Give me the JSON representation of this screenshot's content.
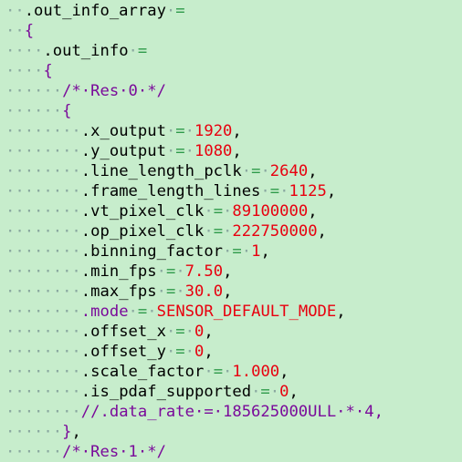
{
  "colors": {
    "background": "#c7edcc",
    "field": "#000000",
    "operator": "#2e9a4a",
    "brace": "#7a0a9a",
    "number": "#e8000f",
    "comment": "#7a0a9a"
  },
  "code_lines": [
    [
      {
        "t": "ws",
        "v": "··"
      },
      {
        "t": "fld",
        "v": ".out_info_array"
      },
      {
        "t": "ws",
        "v": "·"
      },
      {
        "t": "eq",
        "v": "="
      }
    ],
    [
      {
        "t": "ws",
        "v": "··"
      },
      {
        "t": "br",
        "v": "{"
      }
    ],
    [
      {
        "t": "ws",
        "v": "····"
      },
      {
        "t": "fld",
        "v": ".out_info"
      },
      {
        "t": "ws",
        "v": "·"
      },
      {
        "t": "eq",
        "v": "="
      }
    ],
    [
      {
        "t": "ws",
        "v": "····"
      },
      {
        "t": "br",
        "v": "{"
      }
    ],
    [
      {
        "t": "ws",
        "v": "······"
      },
      {
        "t": "cmt",
        "v": "/*·Res·0·*/"
      }
    ],
    [
      {
        "t": "ws",
        "v": "······"
      },
      {
        "t": "br",
        "v": "{"
      }
    ],
    [
      {
        "t": "ws",
        "v": "········"
      },
      {
        "t": "fld",
        "v": ".x_output"
      },
      {
        "t": "ws",
        "v": "·"
      },
      {
        "t": "eq",
        "v": "="
      },
      {
        "t": "ws",
        "v": "·"
      },
      {
        "t": "num",
        "v": "1920"
      },
      {
        "t": "pu",
        "v": ","
      }
    ],
    [
      {
        "t": "ws",
        "v": "········"
      },
      {
        "t": "fld",
        "v": ".y_output"
      },
      {
        "t": "ws",
        "v": "·"
      },
      {
        "t": "eq",
        "v": "="
      },
      {
        "t": "ws",
        "v": "·"
      },
      {
        "t": "num",
        "v": "1080"
      },
      {
        "t": "pu",
        "v": ","
      }
    ],
    [
      {
        "t": "ws",
        "v": "········"
      },
      {
        "t": "fld",
        "v": ".line_length_pclk"
      },
      {
        "t": "ws",
        "v": "·"
      },
      {
        "t": "eq",
        "v": "="
      },
      {
        "t": "ws",
        "v": "·"
      },
      {
        "t": "num",
        "v": "2640"
      },
      {
        "t": "pu",
        "v": ","
      }
    ],
    [
      {
        "t": "ws",
        "v": "········"
      },
      {
        "t": "fld",
        "v": ".frame_length_lines"
      },
      {
        "t": "ws",
        "v": "·"
      },
      {
        "t": "eq",
        "v": "="
      },
      {
        "t": "ws",
        "v": "·"
      },
      {
        "t": "num",
        "v": "1125"
      },
      {
        "t": "pu",
        "v": ","
      }
    ],
    [
      {
        "t": "ws",
        "v": "········"
      },
      {
        "t": "fld",
        "v": ".vt_pixel_clk"
      },
      {
        "t": "ws",
        "v": "·"
      },
      {
        "t": "eq",
        "v": "="
      },
      {
        "t": "ws",
        "v": "·"
      },
      {
        "t": "num",
        "v": "89100000"
      },
      {
        "t": "pu",
        "v": ","
      }
    ],
    [
      {
        "t": "ws",
        "v": "········"
      },
      {
        "t": "fld",
        "v": ".op_pixel_clk"
      },
      {
        "t": "ws",
        "v": "·"
      },
      {
        "t": "eq",
        "v": "="
      },
      {
        "t": "ws",
        "v": "·"
      },
      {
        "t": "num",
        "v": "222750000"
      },
      {
        "t": "pu",
        "v": ","
      }
    ],
    [
      {
        "t": "ws",
        "v": "········"
      },
      {
        "t": "fld",
        "v": ".binning_factor"
      },
      {
        "t": "ws",
        "v": "·"
      },
      {
        "t": "eq",
        "v": "="
      },
      {
        "t": "ws",
        "v": "·"
      },
      {
        "t": "num",
        "v": "1"
      },
      {
        "t": "pu",
        "v": ","
      }
    ],
    [
      {
        "t": "ws",
        "v": "········"
      },
      {
        "t": "fld",
        "v": ".min_fps"
      },
      {
        "t": "ws",
        "v": "·"
      },
      {
        "t": "eq",
        "v": "="
      },
      {
        "t": "ws",
        "v": "·"
      },
      {
        "t": "num",
        "v": "7.50"
      },
      {
        "t": "pu",
        "v": ","
      }
    ],
    [
      {
        "t": "ws",
        "v": "········"
      },
      {
        "t": "fld",
        "v": ".max_fps"
      },
      {
        "t": "ws",
        "v": "·"
      },
      {
        "t": "eq",
        "v": "="
      },
      {
        "t": "ws",
        "v": "·"
      },
      {
        "t": "num",
        "v": "30.0"
      },
      {
        "t": "pu",
        "v": ","
      }
    ],
    [
      {
        "t": "ws",
        "v": "········"
      },
      {
        "t": "br",
        "v": ".mode"
      },
      {
        "t": "ws",
        "v": "·"
      },
      {
        "t": "eq",
        "v": "="
      },
      {
        "t": "ws",
        "v": "·"
      },
      {
        "t": "num",
        "v": "SENSOR_DEFAULT_MODE"
      },
      {
        "t": "pu",
        "v": ","
      }
    ],
    [
      {
        "t": "ws",
        "v": "········"
      },
      {
        "t": "fld",
        "v": ".offset_x"
      },
      {
        "t": "ws",
        "v": "·"
      },
      {
        "t": "eq",
        "v": "="
      },
      {
        "t": "ws",
        "v": "·"
      },
      {
        "t": "num",
        "v": "0"
      },
      {
        "t": "pu",
        "v": ","
      }
    ],
    [
      {
        "t": "ws",
        "v": "········"
      },
      {
        "t": "fld",
        "v": ".offset_y"
      },
      {
        "t": "ws",
        "v": "·"
      },
      {
        "t": "eq",
        "v": "="
      },
      {
        "t": "ws",
        "v": "·"
      },
      {
        "t": "num",
        "v": "0"
      },
      {
        "t": "pu",
        "v": ","
      }
    ],
    [
      {
        "t": "ws",
        "v": "········"
      },
      {
        "t": "fld",
        "v": ".scale_factor"
      },
      {
        "t": "ws",
        "v": "·"
      },
      {
        "t": "eq",
        "v": "="
      },
      {
        "t": "ws",
        "v": "·"
      },
      {
        "t": "num",
        "v": "1.000"
      },
      {
        "t": "pu",
        "v": ","
      }
    ],
    [
      {
        "t": "ws",
        "v": "········"
      },
      {
        "t": "fld",
        "v": ".is_pdaf_supported"
      },
      {
        "t": "ws",
        "v": "·"
      },
      {
        "t": "eq",
        "v": "="
      },
      {
        "t": "ws",
        "v": "·"
      },
      {
        "t": "num",
        "v": "0"
      },
      {
        "t": "pu",
        "v": ","
      }
    ],
    [
      {
        "t": "ws",
        "v": "········"
      },
      {
        "t": "cmt",
        "v": "//.data_rate·=·185625000ULL·*·4,"
      }
    ],
    [
      {
        "t": "ws",
        "v": "······"
      },
      {
        "t": "br",
        "v": "}"
      },
      {
        "t": "pu",
        "v": ","
      }
    ],
    [
      {
        "t": "ws",
        "v": "······"
      },
      {
        "t": "br",
        "v": "/*·Res·1·*/"
      }
    ]
  ]
}
